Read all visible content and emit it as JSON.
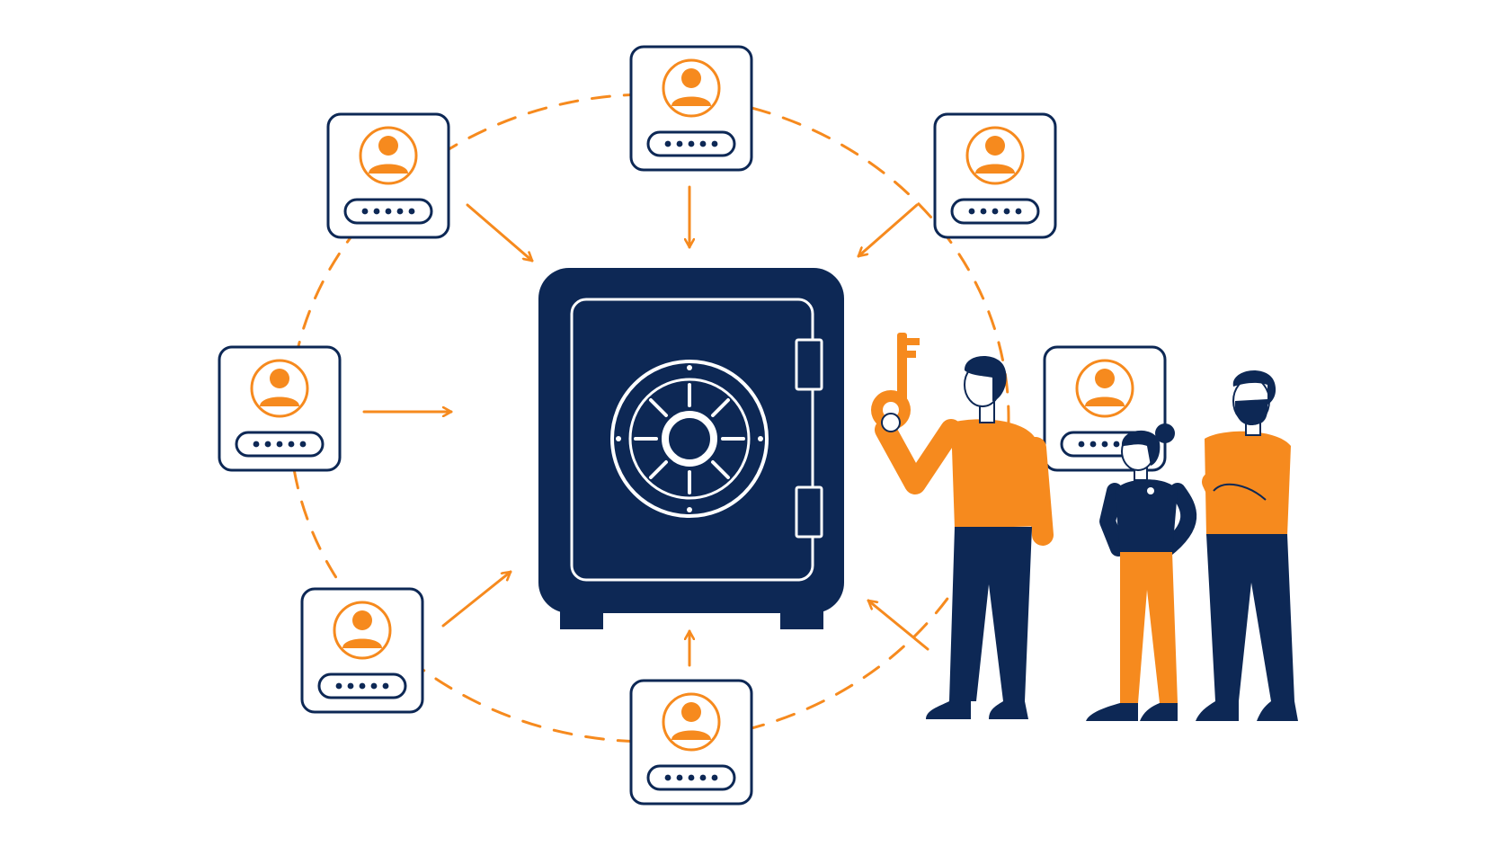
{
  "colors": {
    "navy": "#0d2855",
    "orange": "#f68a1e",
    "white": "#ffffff",
    "skin": "#ffffff"
  },
  "icons": {
    "card": "user-credential-card-icon",
    "vault": "safe-vault-icon",
    "key": "key-icon",
    "arrow": "arrow-icon"
  },
  "credential_cards": [
    {
      "id": "top",
      "password_dots": 5
    },
    {
      "id": "top-right",
      "password_dots": 5
    },
    {
      "id": "right",
      "password_dots": 5
    },
    {
      "id": "bottom",
      "password_dots": 5
    },
    {
      "id": "bottom-left",
      "password_dots": 5
    },
    {
      "id": "left",
      "password_dots": 5
    },
    {
      "id": "top-left",
      "password_dots": 5
    }
  ],
  "people": [
    {
      "id": "man-holding-key",
      "shirt": "orange",
      "pants": "navy"
    },
    {
      "id": "woman",
      "shirt": "navy",
      "pants": "orange"
    },
    {
      "id": "bearded-man",
      "shirt": "orange",
      "pants": "navy"
    }
  ]
}
